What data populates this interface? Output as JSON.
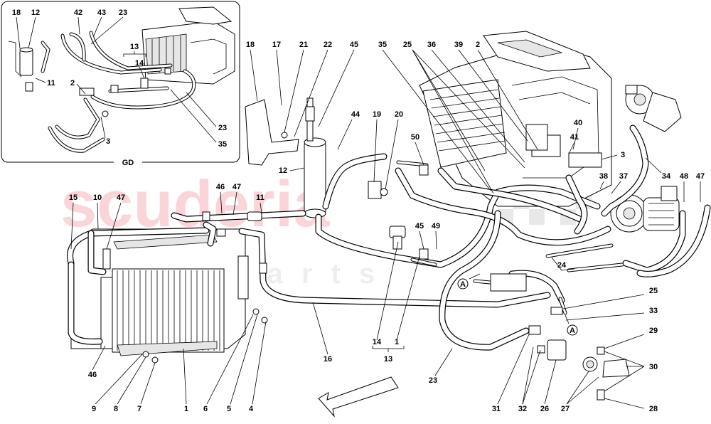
{
  "diagram": {
    "inset_label": "GD",
    "group_a": "13",
    "group_a_items": [
      "14"
    ],
    "group_b": "13",
    "group_b_items": [
      "14",
      "1"
    ],
    "marker": "A",
    "watermark_main": "scuderia",
    "watermark_sub": "car parts",
    "callouts": {
      "c1": "18",
      "c2": "12",
      "c3": "42",
      "c4": "43",
      "c5": "23",
      "c6": "13",
      "c7": "14",
      "c8": "11",
      "c9": "2",
      "c10": "3",
      "c11": "23",
      "c12": "35",
      "c13": "18",
      "c14": "17",
      "c15": "21",
      "c16": "22",
      "c17": "45",
      "c18": "35",
      "c19": "25",
      "c20": "36",
      "c21": "39",
      "c22": "2",
      "c23": "44",
      "c24": "19",
      "c25": "20",
      "c26": "50",
      "c27": "40",
      "c28": "41",
      "c29": "3",
      "c30": "12",
      "c31": "46",
      "c32": "47",
      "c33": "11",
      "c34": "15",
      "c35": "10",
      "c36": "47",
      "c37": "38",
      "c38": "37",
      "c39": "34",
      "c40": "48",
      "c41": "47",
      "c42": "45",
      "c43": "49",
      "c44": "24",
      "c45": "25",
      "c46": "33",
      "c47": "29",
      "c48": "30",
      "c49": "46",
      "c50": "16",
      "c51": "23",
      "c52": "9",
      "c53": "8",
      "c54": "7",
      "c55": "1",
      "c56": "6",
      "c57": "5",
      "c58": "4",
      "c59": "31",
      "c60": "32",
      "c61": "26",
      "c62": "27",
      "c63": "28",
      "c64": "14"
    }
  }
}
